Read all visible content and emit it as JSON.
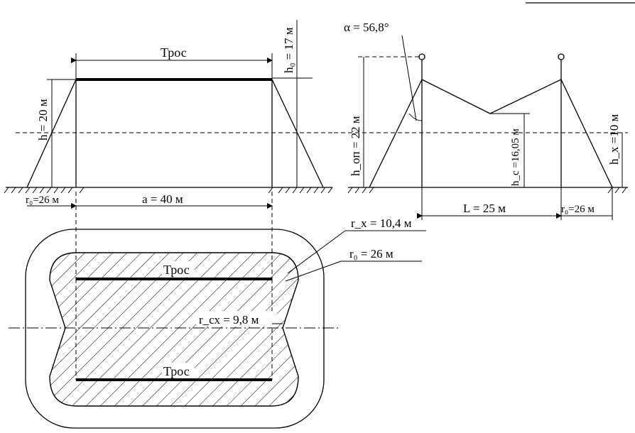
{
  "labels": {
    "cable_top": "Трос",
    "cable_plan_top": "Трос",
    "cable_plan_bottom": "Трос",
    "h": "h = 20 м",
    "h0": "h₀ = 17 м",
    "r0_left": "r₀=26 м",
    "a": "a = 40 м",
    "alpha": "α = 56,8°",
    "h_op": "h_оп = 22 м",
    "h_c": "h_c =16,05 м",
    "h_x": "h_x =10 м",
    "L": "L = 25 м",
    "r0_right": "r₀=26 м",
    "rx": "r_x = 10,4 м",
    "r0_plan": "r₀ = 26 м",
    "rcx": "r_сх = 9,8 м"
  }
}
